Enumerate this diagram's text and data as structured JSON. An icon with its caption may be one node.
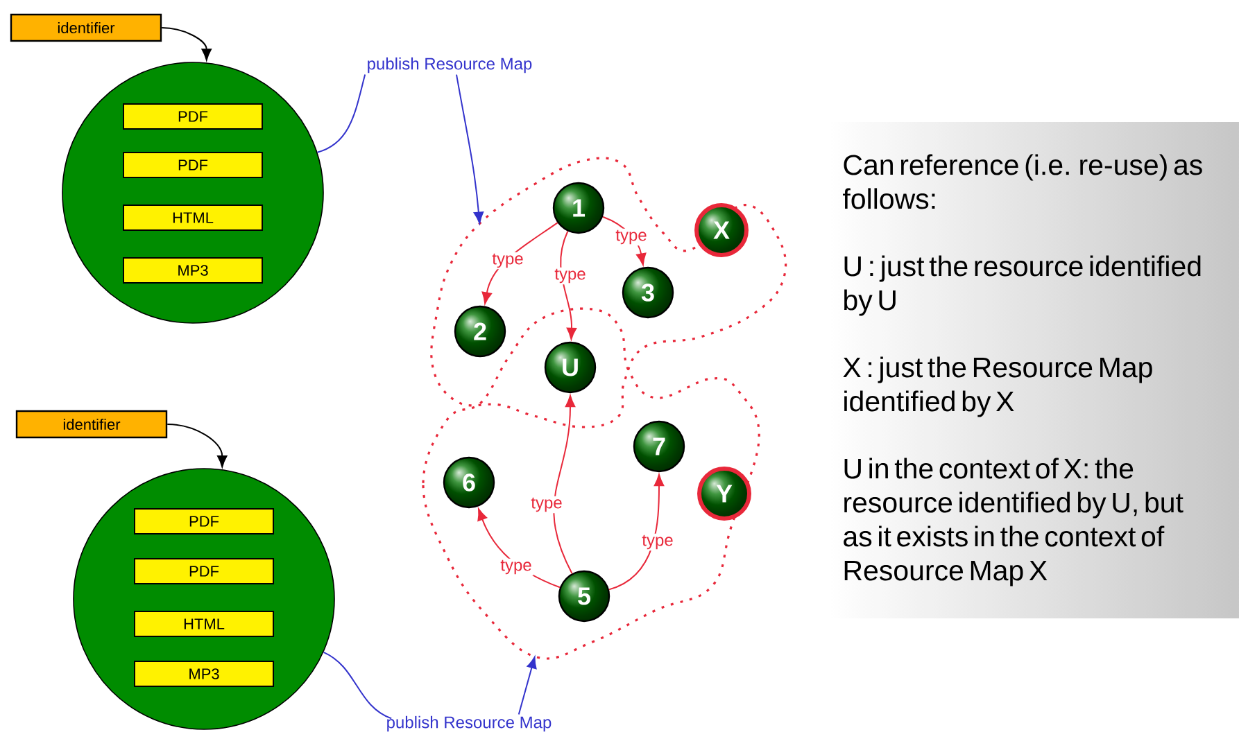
{
  "diagram": {
    "nodes": [
      {
        "text": [
          "identifier"
        ]
      },
      {
        "text": [],
        "shape": "circle"
      },
      {
        "text": [
          "PDF"
        ],
        "in": 1
      },
      {
        "text": [
          "PDF"
        ],
        "in": 1
      },
      {
        "text": [
          "HTML"
        ],
        "in": 1
      },
      {
        "text": [
          "MP3"
        ],
        "in": 1
      },
      {
        "text": [
          "identifier"
        ]
      },
      {
        "text": [],
        "shape": "circle"
      },
      {
        "text": [
          "PDF"
        ],
        "in": 7
      },
      {
        "text": [
          "PDF"
        ],
        "in": 7
      },
      {
        "text": [
          "HTML"
        ],
        "in": 7
      },
      {
        "text": [
          "MP3"
        ],
        "in": 7
      },
      {
        "text": [
          "publish Resource Map"
        ]
      },
      {
        "text": [],
        "shape": "cloud"
      },
      {
        "text": [
          "1"
        ],
        "in": 13
      },
      {
        "text": [
          "2"
        ],
        "in": 13
      },
      {
        "text": [
          "3"
        ],
        "in": 13
      },
      {
        "text": [
          "X"
        ],
        "in": 13
      },
      {
        "text": [
          "U"
        ]
      },
      {
        "text": [],
        "shape": "cloud"
      },
      {
        "text": [
          "6"
        ],
        "in": 19
      },
      {
        "text": [
          "7"
        ],
        "in": 19
      },
      {
        "text": [
          "Y"
        ],
        "in": 19
      },
      {
        "text": [
          "5"
        ],
        "in": 19
      },
      {
        "text": [
          "publish Resource Map"
        ]
      },
      {
        "text": [
          "Can reference (i.e. re-use) as follows:",
          "U : just the resource identified by U",
          "X : just the Resource Map identified by X",
          "U in the context of X: the resource identified by U, but as it exists in the context of Resource Map X"
        ]
      }
    ],
    "edges": [
      {
        "from": 0,
        "to": 1,
        "arrow": "to",
        "color": "#000000"
      },
      {
        "from": 6,
        "to": 7,
        "arrow": "to",
        "color": "#000000"
      },
      {
        "from": 12,
        "to": 1,
        "arrow": "none",
        "color": "#3333cc"
      },
      {
        "from": 12,
        "to": 13,
        "arrow": "to",
        "color": "#3333cc"
      },
      {
        "from": 24,
        "to": 7,
        "arrow": "none",
        "color": "#3333cc"
      },
      {
        "from": 24,
        "to": 19,
        "arrow": "to",
        "color": "#3333cc"
      },
      {
        "from": 14,
        "to": 15,
        "arrow": "to",
        "label": "type"
      },
      {
        "from": 14,
        "to": 18,
        "arrow": "to",
        "label": "type"
      },
      {
        "from": 14,
        "to": 16,
        "arrow": "to",
        "label": "type"
      },
      {
        "from": 23,
        "to": 18,
        "arrow": "to",
        "label": "type"
      },
      {
        "from": 23,
        "to": 20,
        "arrow": "to",
        "label": "type"
      },
      {
        "from": 23,
        "to": 21,
        "arrow": "to",
        "label": "type"
      }
    ]
  }
}
